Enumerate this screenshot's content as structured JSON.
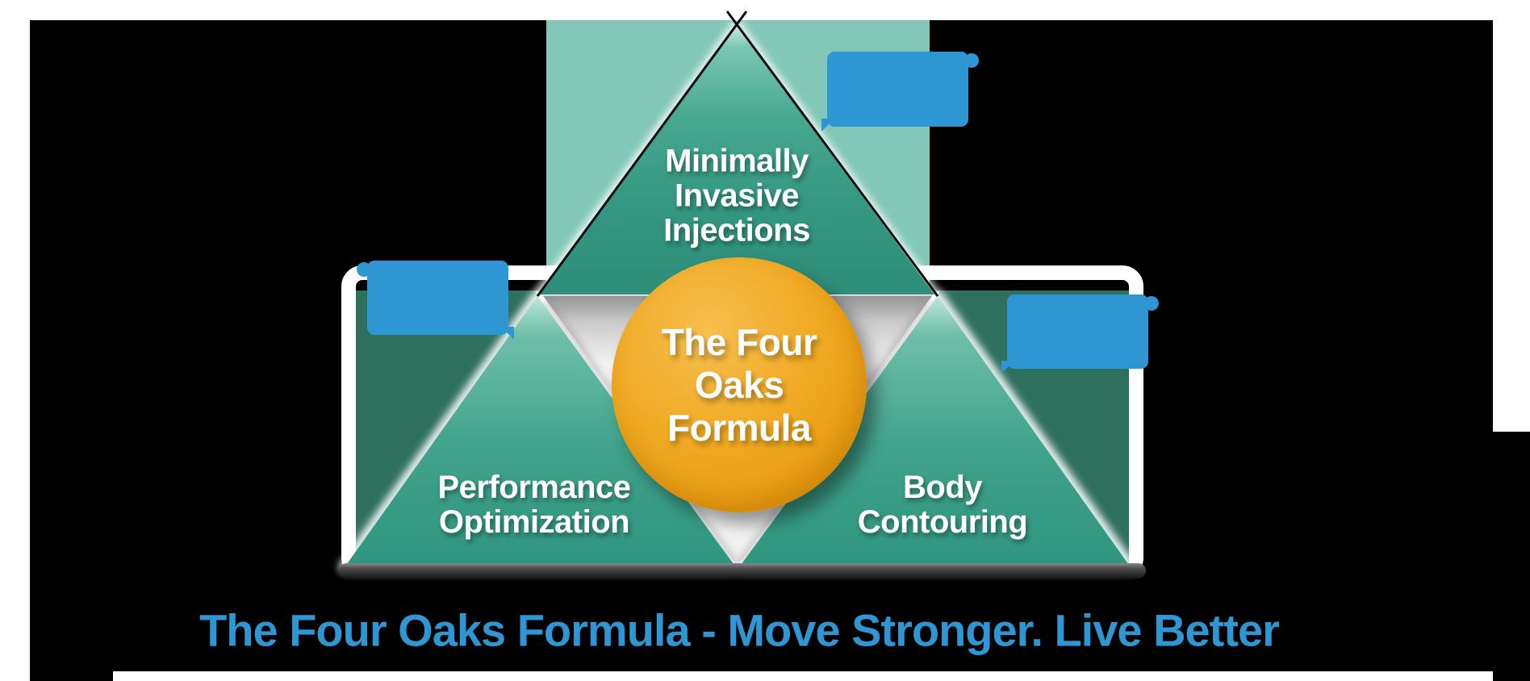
{
  "diagram": {
    "type": "pyramid-infographic",
    "apex_label": {
      "lines": [
        "Minimally",
        "Invasive",
        "Injections"
      ]
    },
    "left_label": {
      "lines": [
        "Performance",
        "Optimization"
      ]
    },
    "right_label": {
      "lines": [
        "Body",
        "Contouring"
      ]
    },
    "center_badge": {
      "lines": [
        "The Four",
        "Oaks",
        "Formula"
      ]
    },
    "caption": "The Four Oaks Formula - Move Stronger. Live Better",
    "callouts": [
      {
        "position": "top-right",
        "text": ""
      },
      {
        "position": "mid-left",
        "text": ""
      },
      {
        "position": "mid-right",
        "text": ""
      }
    ]
  },
  "colors": {
    "callout_blue": "#2E96D3",
    "caption_blue": "#2E96D2",
    "backdrop_light_teal": "#82C7B7",
    "panel_dark_teal": "#2F6F5E",
    "triangle_teal": "#379C86",
    "badge_orange": "#EEA41C",
    "base_bar_gray": "#3A3A3A",
    "page_edge_white": "#FFFFFF"
  }
}
